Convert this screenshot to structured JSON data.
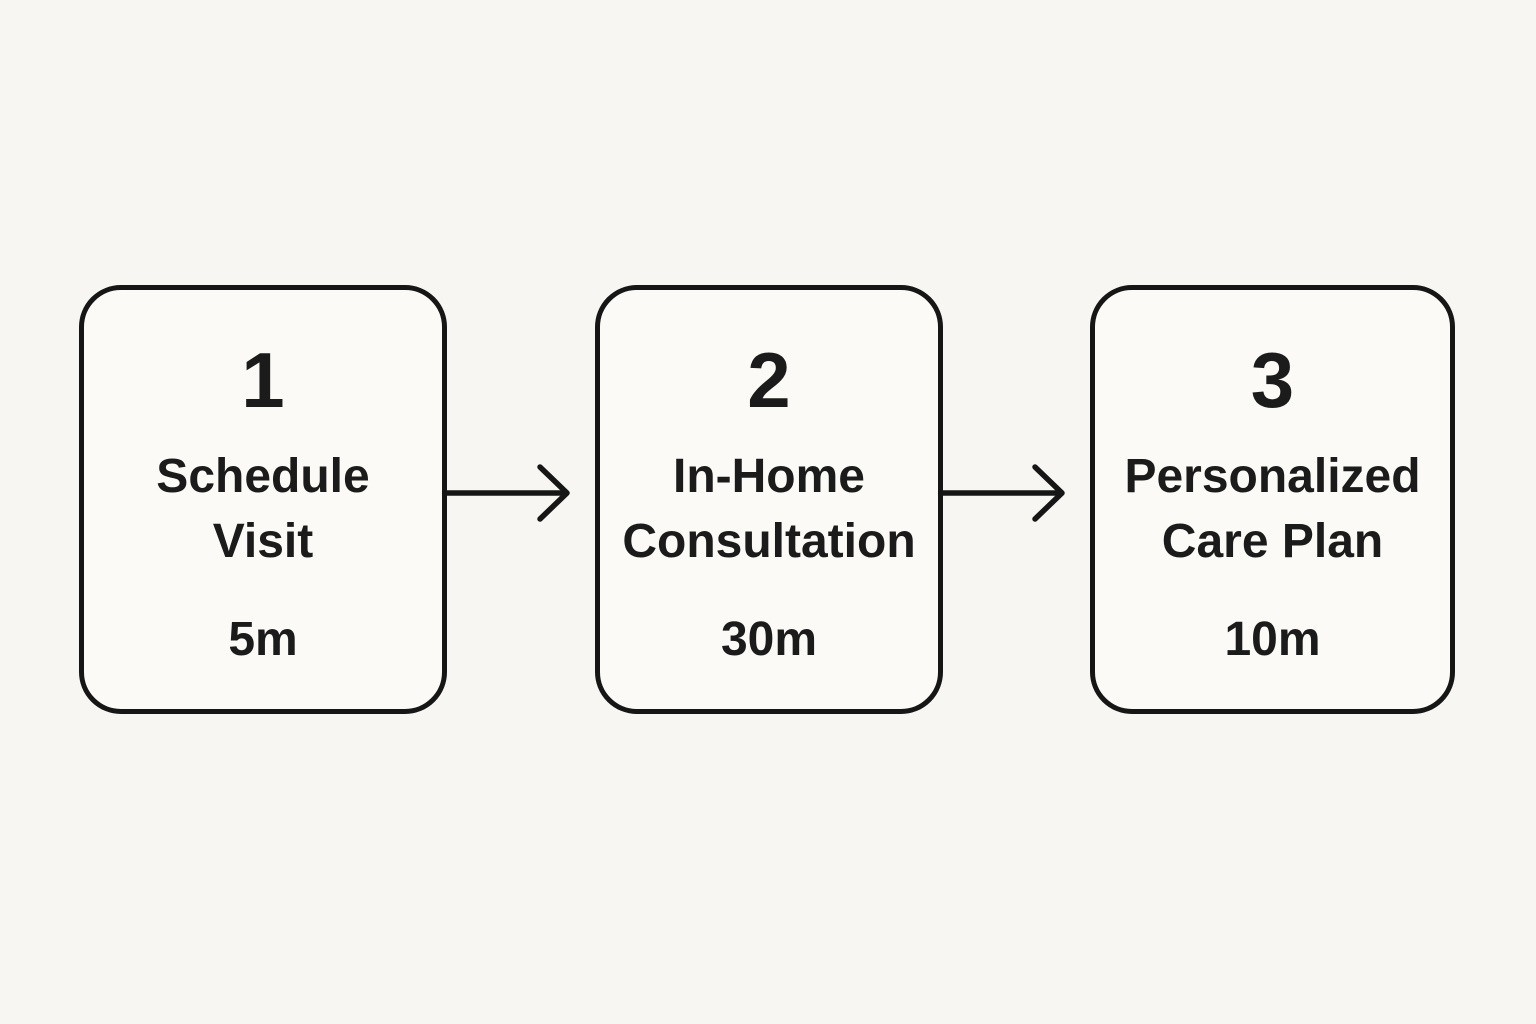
{
  "diagram": {
    "type": "horizontal-flowchart",
    "background_color": "#f8f6f2",
    "box_fill_color": "#fbfaf7",
    "stroke_color": "#161616",
    "text_color": "#1b1b1b",
    "steps": [
      {
        "number": "1",
        "title": "Schedule Visit",
        "duration": "5m"
      },
      {
        "number": "2",
        "title": "In-Home Consultation",
        "duration": "30m"
      },
      {
        "number": "3",
        "title": "Personalized Care Plan",
        "duration": "10m"
      }
    ],
    "connectors": [
      {
        "icon": "right-arrow"
      },
      {
        "icon": "right-arrow"
      }
    ]
  }
}
